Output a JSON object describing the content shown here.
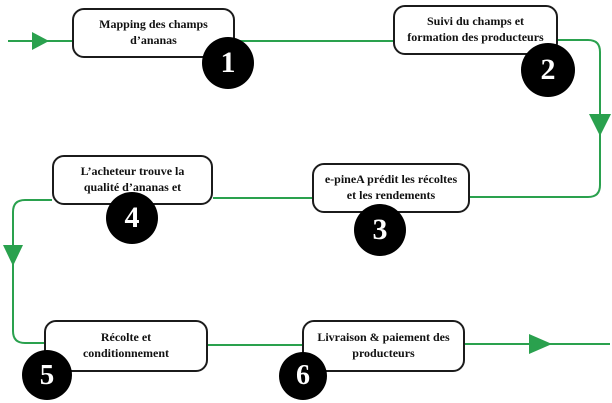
{
  "diagram": {
    "steps": [
      {
        "number": "1",
        "lines": [
          "Mapping des champs",
          "d’ananas"
        ]
      },
      {
        "number": "2",
        "lines": [
          "Suivi du champs et",
          "formation des producteurs"
        ]
      },
      {
        "number": "3",
        "lines": [
          "e-pineA prédit les récoltes",
          "et les rendements"
        ]
      },
      {
        "number": "4",
        "lines": [
          "L’acheteur trouve la",
          "qualité d’ananas et"
        ]
      },
      {
        "number": "5",
        "lines": [
          "Récolte et",
          "conditionnement"
        ]
      },
      {
        "number": "6",
        "lines": [
          "Livraison & paiement des",
          "producteurs"
        ]
      }
    ],
    "colors": {
      "arrow": "#2aa14e",
      "circle_fill": "#000000",
      "circle_text": "#ffffff",
      "box_border": "#1b1b1b",
      "box_fill": "#ffffff",
      "text": "#111111"
    }
  }
}
